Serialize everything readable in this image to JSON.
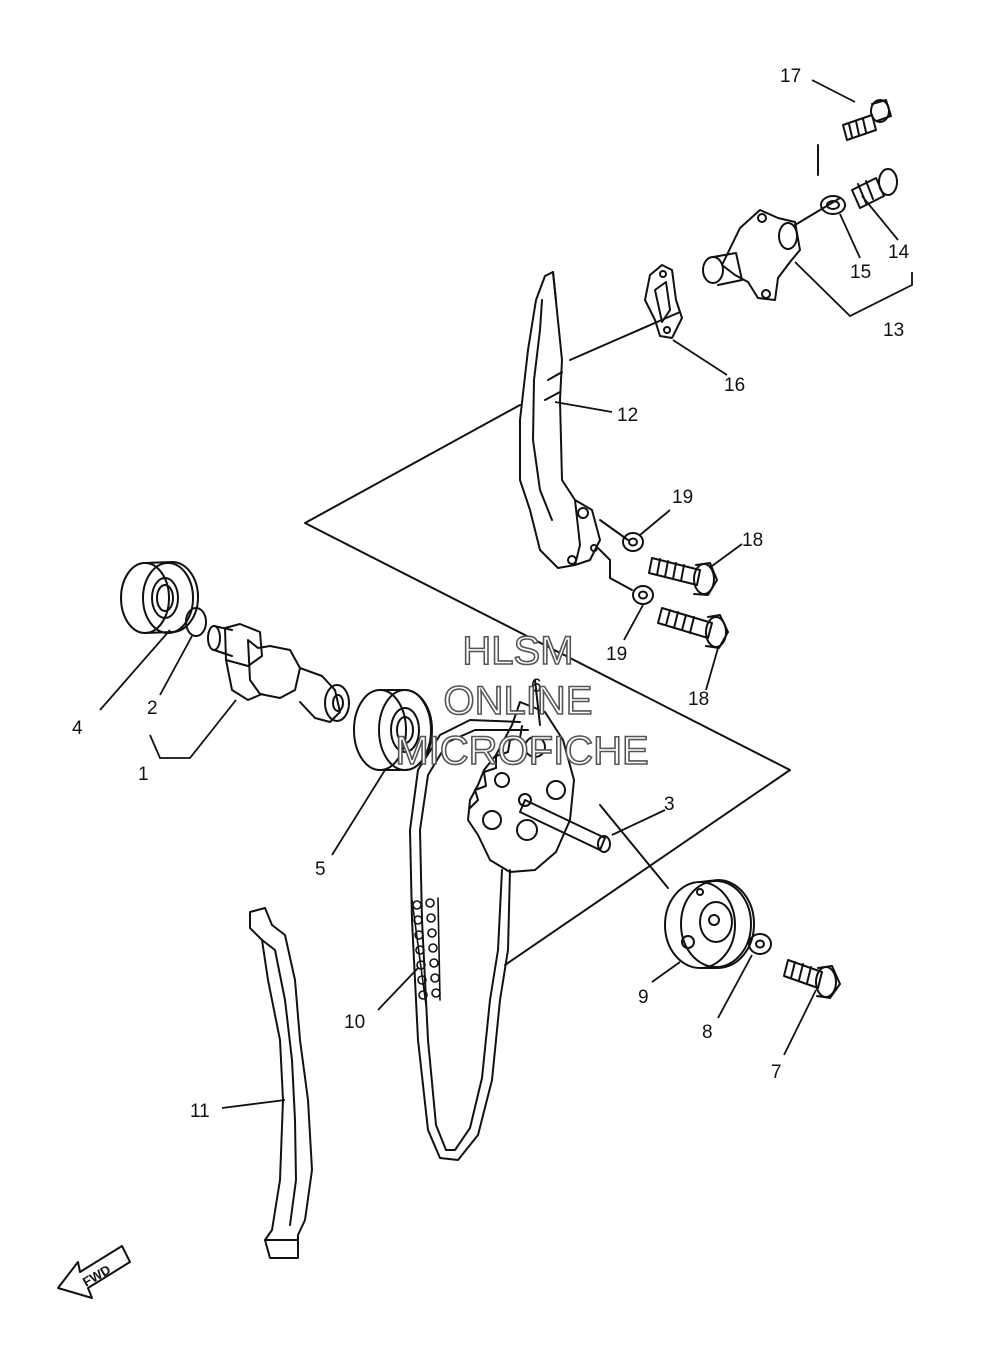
{
  "callouts": {
    "p1": "1",
    "p2": "2",
    "p3": "3",
    "p4": "4",
    "p5": "5",
    "p6": "6",
    "p7": "7",
    "p8": "8",
    "p9": "9",
    "p10": "10",
    "p11": "11",
    "p12": "12",
    "p13": "13",
    "p14": "14",
    "p15": "15",
    "p16": "16",
    "p17": "17",
    "p18a": "18",
    "p18b": "18",
    "p19a": "19",
    "p19b": "19"
  },
  "watermark": {
    "line1": "HLSM",
    "line2": "ONLINE",
    "line3": "MICROFICHE"
  },
  "direction": {
    "label": "FWD"
  }
}
